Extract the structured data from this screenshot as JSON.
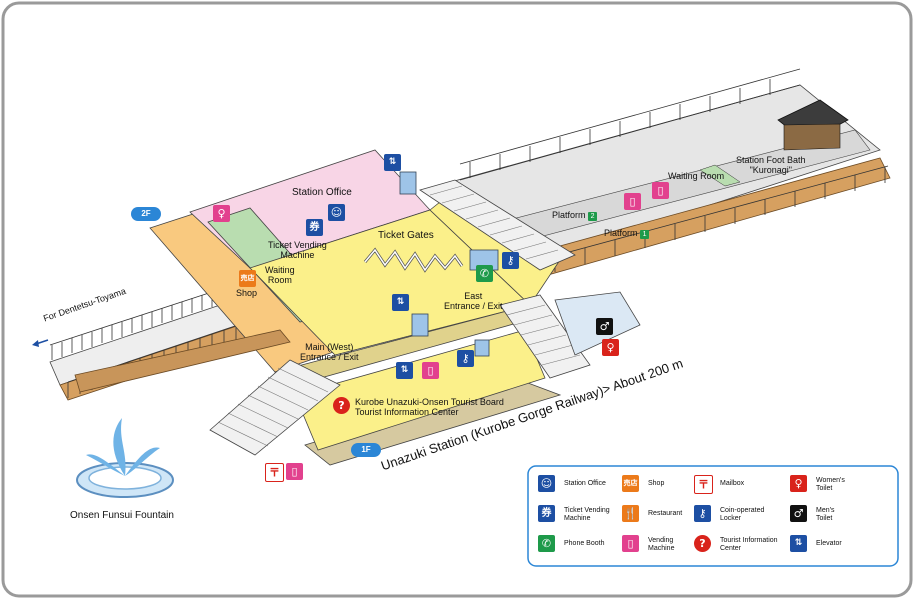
{
  "floors": {
    "upper": "2F",
    "ground": "1F"
  },
  "areas": {
    "station_office": "Station Office",
    "ticket_vending": "Ticket Vending\nMachine",
    "ticket_gates": "Ticket Gates",
    "waiting_room_2f": "Waiting\nRoom",
    "shop": "Shop",
    "east_entrance": "East\nEntrance / Exit",
    "main_entrance": "Main (West)\nEntrance / Exit",
    "tourist_board": "Kurobe Unazuki-Onsen Tourist Board",
    "tourist_center": "Tourist Information Center",
    "platform2": "Platform",
    "platform2_num": "2",
    "platform1": "Platform",
    "platform1_num": "1",
    "waiting_room_platform": "Waiting Room",
    "foot_bath": "Station Foot Bath\n\"Kuronagi\"",
    "fountain": "Onsen Funsui Fountain",
    "direction_toyama": "For Dentetsu-Toyama",
    "unazuki_note": "Unazuki Station (Kurobe Gorge Railway)> About 200 m"
  },
  "legend": {
    "station_office": "Station Office",
    "ticket_vending": "Ticket Vending\nMachine",
    "phone_booth": "Phone Booth",
    "shop": "Shop",
    "restaurant": "Restaurant",
    "vending_machine": "Vending\nMachine",
    "mailbox": "Mailbox",
    "coin_locker": "Coin-operated\nLocker",
    "tourist_info": "Tourist Information\nCenter",
    "womens_toilet": "Women's\nToilet",
    "mens_toilet": "Men's\nToilet",
    "elevator": "Elevator"
  },
  "icon_glyphs": {
    "ticket": "券",
    "shop": "売店",
    "mailbox": "〒",
    "tourist_info": "?"
  },
  "colors": {
    "frame_border": "#9a9a9a",
    "floor_2f_yellow": "#fbf08a",
    "floor_office_pink": "#f8d5e6",
    "floor_waiting_green": "#b9ddb0",
    "floor_concourse_orange": "#f9c97f",
    "icon_blue": "#1d4fa3",
    "icon_orange": "#ec7a1a",
    "icon_magenta": "#e2418e",
    "icon_red": "#d9231b",
    "icon_green": "#1e9a4a",
    "icon_black": "#111111",
    "floor_label_blue": "#2b86d6",
    "rail_brown": "#c8955a",
    "platform_grey": "#e4e4e4"
  }
}
